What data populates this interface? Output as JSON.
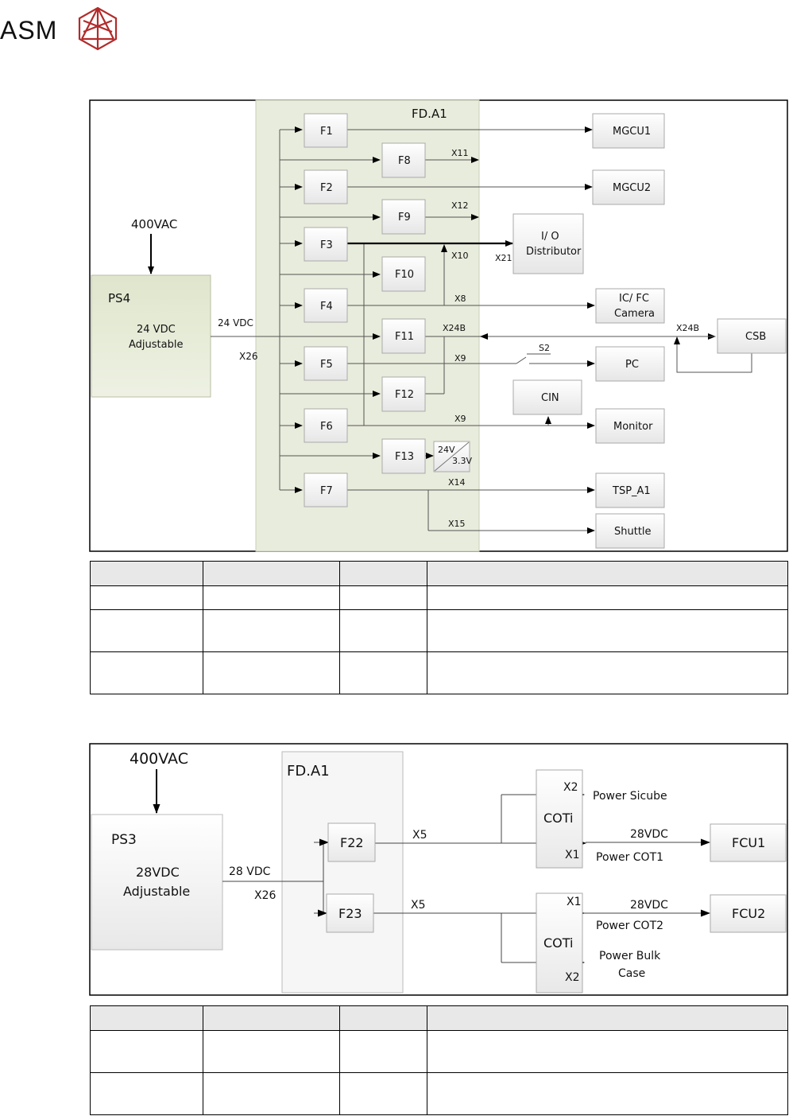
{
  "header": {
    "logo_text": "ASM",
    "logo_icon": "asm-hexagon-logo-icon",
    "brand_color": "#b22b2b"
  },
  "diagram1": {
    "input_label": "400VAC",
    "ps": {
      "name": "PS4",
      "line1": "24 VDC",
      "line2": "Adjustable"
    },
    "output_label": "24 VDC",
    "connector": "X26",
    "fd_title": "FD.A1",
    "fuses": [
      "F1",
      "F2",
      "F3",
      "F4",
      "F5",
      "F6",
      "F7",
      "F8",
      "F9",
      "F10",
      "F11",
      "F12",
      "F13"
    ],
    "converter": {
      "top": "24V",
      "bottom": "3.3V"
    },
    "connectors": {
      "x11": "X11",
      "x12": "X12",
      "x10": "X10",
      "x21": "X21",
      "x8": "X8",
      "x24b": "X24B",
      "x24b_right": "X24B",
      "x9a": "X9",
      "x9b": "X9",
      "x14": "X14",
      "x15": "X15",
      "s2": "S2"
    },
    "devices": {
      "mgcu1": "MGCU1",
      "mgcu2": "MGCU2",
      "io_line1": "I/ O",
      "io_line2": "Distributor",
      "cam_line1": "IC/ FC",
      "cam_line2": "Camera",
      "csb": "CSB",
      "pc": "PC",
      "cin": "CIN",
      "monitor": "Monitor",
      "tsp": "TSP_A1",
      "shuttle": "Shuttle"
    },
    "colors": {
      "fd_fill": "#e8ecdc",
      "box_fill": "#f4f4f4"
    }
  },
  "table1": {
    "rows": [
      [
        "",
        "",
        "",
        ""
      ],
      [
        "",
        "",
        "",
        ""
      ],
      [
        "",
        "",
        "",
        ""
      ]
    ],
    "header": [
      "",
      "",
      "",
      ""
    ]
  },
  "diagram2": {
    "input_label": "400VAC",
    "ps": {
      "name": "PS3",
      "line1": "28VDC",
      "line2": "Adjustable"
    },
    "output_label": "28 VDC",
    "connector": "X26",
    "fd_title": "FD.A1",
    "fuses": [
      "F22",
      "F23"
    ],
    "x5a": "X5",
    "x5b": "X5",
    "coti1": {
      "name": "COTi",
      "x2": "X2",
      "x1": "X1"
    },
    "coti2": {
      "name": "COTi",
      "x1": "X1",
      "x2": "X2"
    },
    "labels": {
      "power_sicube": "Power Sicube",
      "v28a": "28VDC",
      "power_cot1": "Power COT1",
      "v28b": "28VDC",
      "power_cot2": "Power COT2",
      "power_bulk1": "Power Bulk",
      "power_bulk2": "Case"
    },
    "devices": {
      "fcu1": "FCU1",
      "fcu2": "FCU2"
    }
  },
  "table2": {
    "rows": [
      [
        "",
        "",
        "",
        ""
      ],
      [
        "",
        "",
        "",
        ""
      ]
    ],
    "header": [
      "",
      "",
      "",
      ""
    ]
  }
}
